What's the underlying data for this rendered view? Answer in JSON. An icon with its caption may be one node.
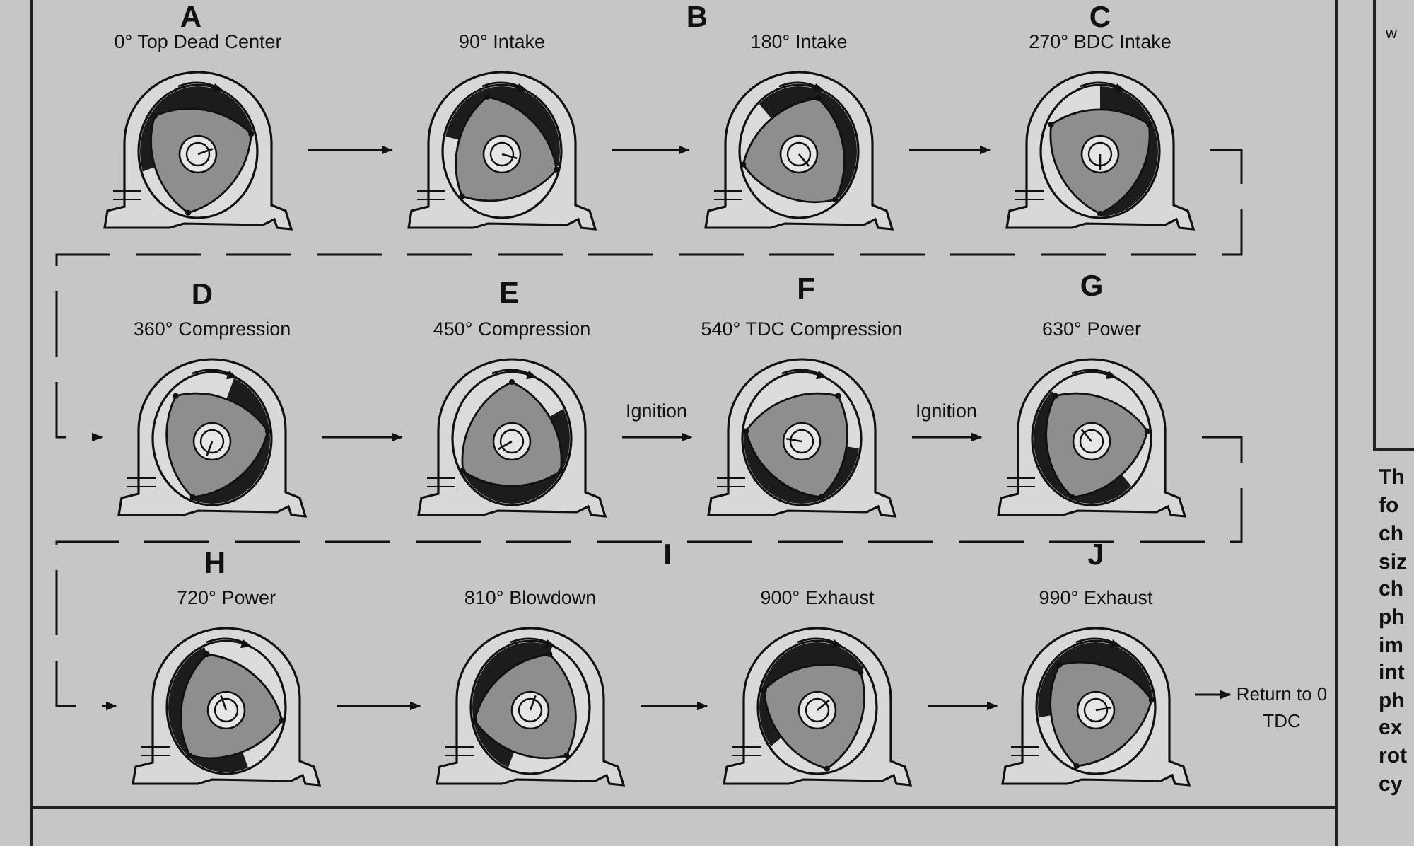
{
  "diagram": {
    "nodes": [
      {
        "text": [
          "0° Top Dead Center"
        ]
      },
      {
        "text": [
          "90° Intake"
        ]
      },
      {
        "text": [
          "180° Intake"
        ]
      },
      {
        "text": [
          "270° BDC Intake"
        ]
      },
      {
        "text": [
          "360° Compression"
        ]
      },
      {
        "text": [
          "450° Compression"
        ]
      },
      {
        "text": [
          "540° TDC Compression"
        ]
      },
      {
        "text": [
          "630° Power"
        ]
      },
      {
        "text": [
          "720° Power"
        ]
      },
      {
        "text": [
          "810° Blowdown"
        ]
      },
      {
        "text": [
          "900° Exhaust"
        ]
      },
      {
        "text": [
          "990° Exhaust"
        ]
      },
      {
        "text": [
          "Return to 0 TDC"
        ]
      }
    ],
    "edges": [
      {
        "from": 0,
        "to": 1,
        "arrow": "to"
      },
      {
        "from": 1,
        "to": 2,
        "arrow": "to"
      },
      {
        "from": 2,
        "to": 3,
        "arrow": "to"
      },
      {
        "from": 3,
        "to": 4,
        "arrow": "to",
        "style": "dashed"
      },
      {
        "from": 4,
        "to": 5,
        "arrow": "to"
      },
      {
        "from": 5,
        "to": 6,
        "arrow": "to",
        "label": "Ignition"
      },
      {
        "from": 6,
        "to": 7,
        "arrow": "to",
        "label": "Ignition"
      },
      {
        "from": 7,
        "to": 8,
        "arrow": "to",
        "style": "dashed"
      },
      {
        "from": 8,
        "to": 9,
        "arrow": "to"
      },
      {
        "from": 9,
        "to": 10,
        "arrow": "to"
      },
      {
        "from": 10,
        "to": 11,
        "arrow": "to"
      },
      {
        "from": 11,
        "to": 12,
        "arrow": "to"
      }
    ],
    "labels": [
      "A",
      "B",
      "C",
      "D",
      "E",
      "F",
      "G",
      "H",
      "I",
      "J",
      "w",
      "Th",
      "fo",
      "ch",
      "siz",
      "ch",
      "ph",
      "im",
      "int",
      "ph",
      "ex",
      "rot",
      "cy"
    ]
  }
}
